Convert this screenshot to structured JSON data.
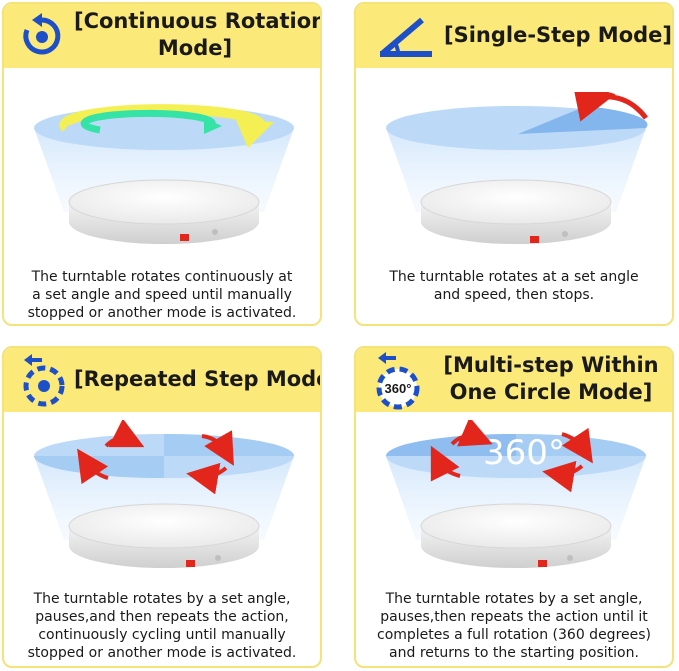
{
  "colors": {
    "header_bg": "#fbe97a",
    "border": "#f4e27a",
    "icon_blue": "#1d4fc9",
    "arrow_red": "#e3261b",
    "disk_blue": "#bcd9f7",
    "sector_blue": "#84b6ee",
    "text": "#1a1a1a"
  },
  "panels": [
    {
      "title_line1": "[Continuous Rotation",
      "title_line2": "Mode]",
      "icon": "continuous-rotation-icon",
      "desc_line1": "The turntable rotates continuously at",
      "desc_line2": "a set angle and speed until manually",
      "desc_line3": "stopped or another mode is activated."
    },
    {
      "title_line1": "[Single-Step Mode]",
      "icon": "angle-icon",
      "desc_line1": "The turntable rotates at a set angle",
      "desc_line2": "and speed, then stops."
    },
    {
      "title_line1": "[Repeated Step Mode]",
      "icon": "repeated-step-icon",
      "desc_line1": "The turntable rotates by a set angle,",
      "desc_line2": "pauses,and then repeats the action,",
      "desc_line3": "continuously cycling until manually",
      "desc_line4": "stopped or another mode is activated."
    },
    {
      "title_line1": "[Multi-step Within",
      "title_line2": "One Circle Mode]",
      "icon": "multi-step-360-icon",
      "icon_label": "360°",
      "disk_label": "360°",
      "desc_line1": "The turntable rotates by a set angle,",
      "desc_line2": "pauses,then repeats the action until it",
      "desc_line3": "completes a full rotation (360 degrees)",
      "desc_line4": "and returns to the starting position."
    }
  ]
}
